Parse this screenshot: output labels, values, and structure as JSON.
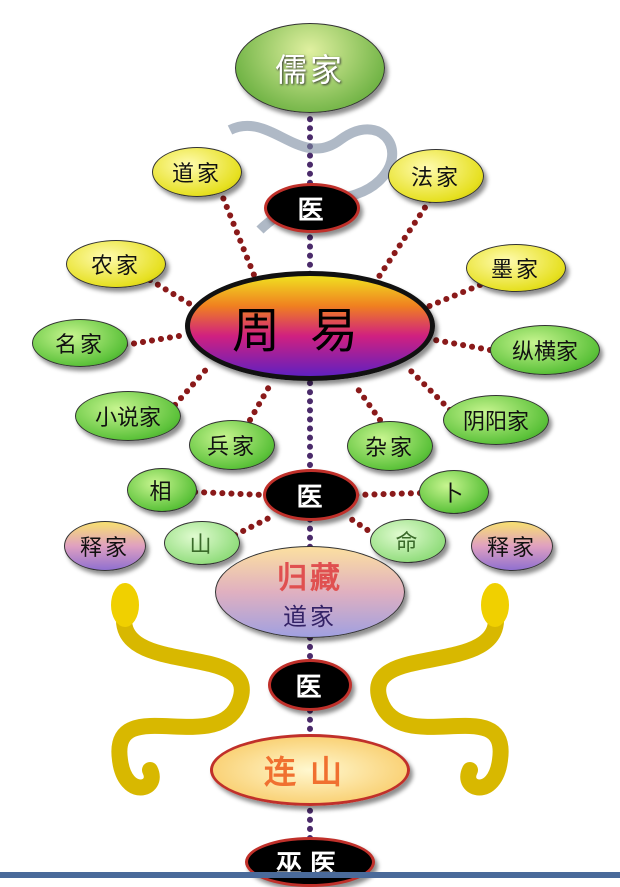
{
  "nodes": {
    "rujia": "儒家",
    "daojia_top": "道家",
    "fajia": "法家",
    "yi_top": "医",
    "nongjia": "农家",
    "mojia": "墨家",
    "zhouyi": "周易",
    "mingjia": "名家",
    "zonghengjia": "纵横家",
    "xiaoshuojia": "小说家",
    "yinyangjia": "阴阳家",
    "bingjia": "兵家",
    "zajia": "杂家",
    "xiang": "相",
    "yi_mid": "医",
    "bu": "卜",
    "shijia_left": "释家",
    "shan": "山",
    "ming": "命",
    "shijia_right": "释家",
    "guicang": "归藏",
    "daojia_guicang": "道家",
    "yi_low": "医",
    "lianshan": "连山",
    "wuyi": "巫医"
  },
  "colors": {
    "bead": "#8a1a1a",
    "snake": "#e8c800",
    "accent_red": "#c0302a"
  }
}
